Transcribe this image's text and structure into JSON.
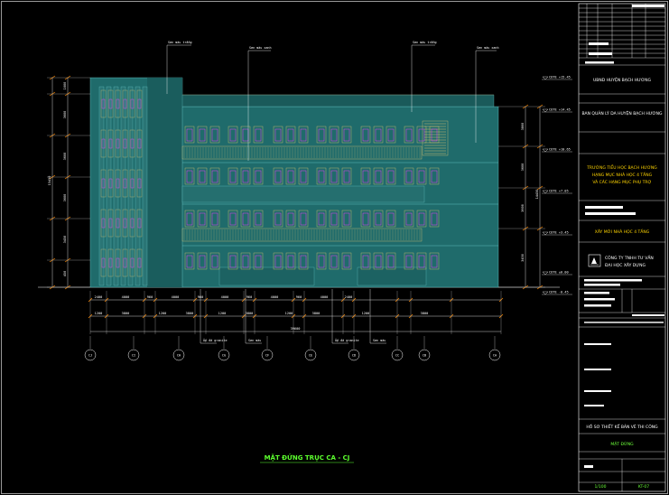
{
  "drawing": {
    "title": "MẶT ĐỨNG TRỤC CA - CJ",
    "colors": {
      "background": "#000000",
      "facade": "#1f6b6b",
      "title": "#5cff2e",
      "dimension": "#ff8a00",
      "window": "#ff3cff",
      "railing": "#d8c070"
    }
  },
  "title_block": {
    "owner": "UBND HUYỆN BẠCH HƯƠNG",
    "management_board": "BAN QUẢN LÝ DA HUYỆN BẠCH HƯƠNG",
    "project_lines": [
      "TRƯỜNG TIỂU HỌC BẠCH HƯƠNG",
      "HẠNG MỤC NHÀ HỌC 4 TẦNG",
      "VÀ CÁC HẠNG MỤC PHỤ TRỢ"
    ],
    "item": "XÂY MỚI NHÀ HỌC 4 TẦNG",
    "consultant_lines": [
      "CÔNG TY TNHH TƯ VẤN",
      "ĐẠI HỌC XÂY DỰNG"
    ],
    "phase": "HỒ SƠ THIẾT KẾ BẢN VẼ THI CÔNG",
    "sheet_title": "MẶT ĐỨNG",
    "scale": "1/100",
    "sheet_number": "KT-07"
  },
  "levels": [
    "COTE +15.45",
    "COTE +14.45",
    "COTE +10.65",
    "COTE +7.05",
    "COTE +3.45",
    "COTE ±0.00",
    "COTE -0.45"
  ],
  "axis_labels": [
    "CJ",
    "CI",
    "CH",
    "CG",
    "CF",
    "CE",
    "CD",
    "CC",
    "CB",
    "CA"
  ],
  "notes": [
    "Ốp đá granite",
    "Sơn màu",
    "Ốp đá granite",
    "Sơn màu"
  ],
  "dimension_values": {
    "top_row": [
      "2400",
      "4000",
      "960",
      "4000",
      "960",
      "4000",
      "960",
      "4000",
      "960",
      "4000",
      "2400"
    ],
    "mid_row": [
      "1200",
      "3800",
      "1200",
      "3800",
      "1200",
      "3800",
      "1200",
      "3800",
      "1200",
      "3800"
    ],
    "total": "39600",
    "left_heights": [
      "1000",
      "3600",
      "3600",
      "3600",
      "3450",
      "450"
    ],
    "left_total": "15450",
    "right_heights": [
      "3800",
      "3600",
      "3600",
      "3450"
    ],
    "right_total": "14450"
  },
  "callouts": [
    "Sơn màu trắng",
    "Sơn màu xanh",
    "Sơn màu trắng",
    "Sơn màu xanh"
  ]
}
